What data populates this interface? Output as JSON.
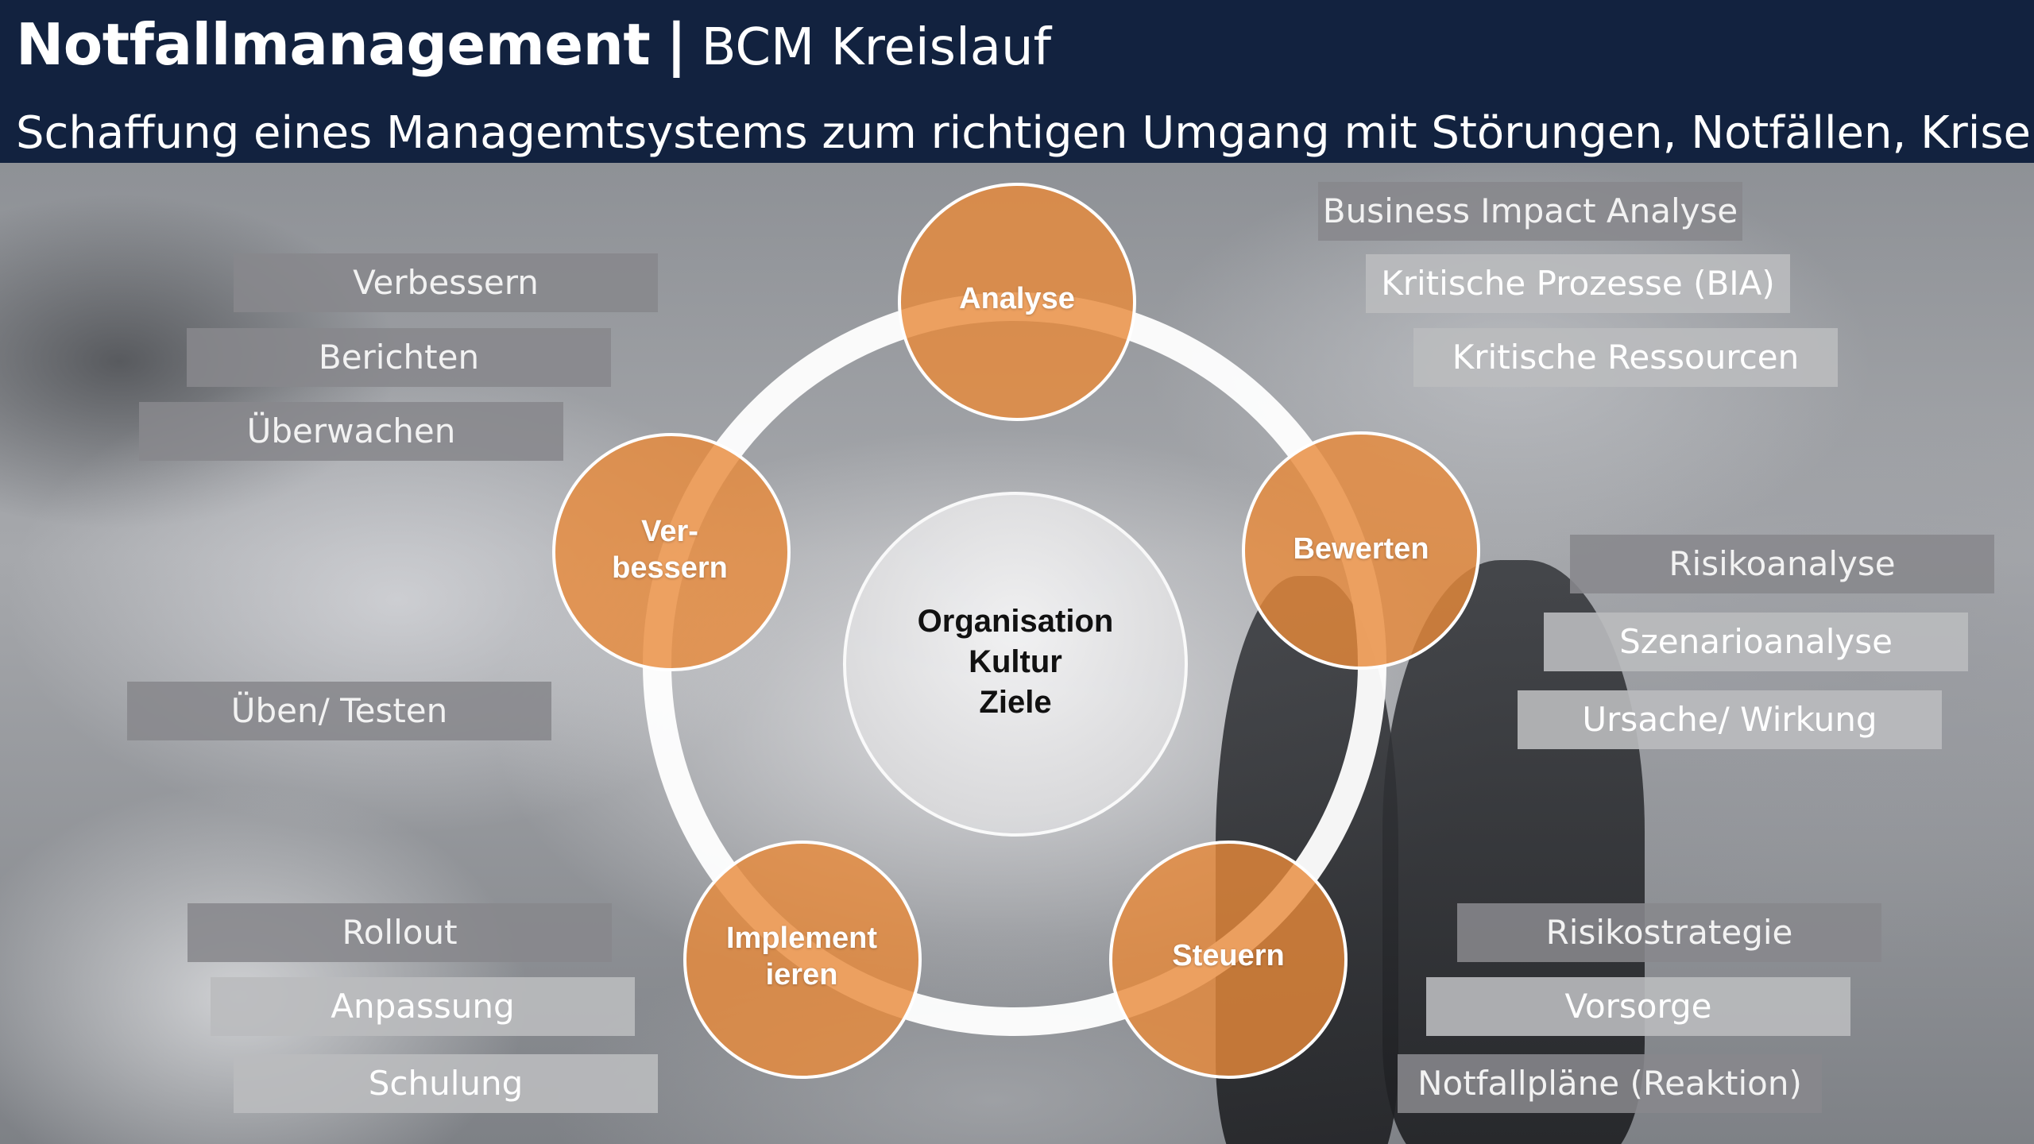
{
  "header": {
    "title": "Notfallmanagement",
    "separator": "|",
    "title_suffix": "BCM Kreislauf",
    "subtitle": "Schaffung eines Managemtsystems zum richtigen Umgang mit Störungen, Notfällen, Krisen"
  },
  "center": {
    "lines": [
      "Organisation",
      "Kultur",
      "Ziele"
    ]
  },
  "cycle": {
    "analyse": "Analyse",
    "bewerten": "Bewerten",
    "steuern": "Steuern",
    "implementieren": "Implement\nieren",
    "verbessern": "Ver-\nbessern"
  },
  "labels": {
    "analyse": [
      "Business Impact Analyse",
      "Kritische Prozesse (BIA)",
      "Kritische Ressourcen"
    ],
    "bewerten": [
      "Risikoanalyse",
      "Szenarioanalyse",
      "Ursache/ Wirkung"
    ],
    "steuern": [
      "Risikostrategie",
      "Vorsorge",
      "Notfallpläne (Reaktion)"
    ],
    "implementieren": [
      "Rollout",
      "Anpassung",
      "Schulung"
    ],
    "testen": [
      "Üben/ Testen"
    ],
    "verbessern": [
      "Verbessern",
      "Berichten",
      "Überwachen"
    ]
  },
  "colors": {
    "header_bg": "#12223f",
    "node_orange": "#e8893a",
    "ring": "#ffffff"
  }
}
